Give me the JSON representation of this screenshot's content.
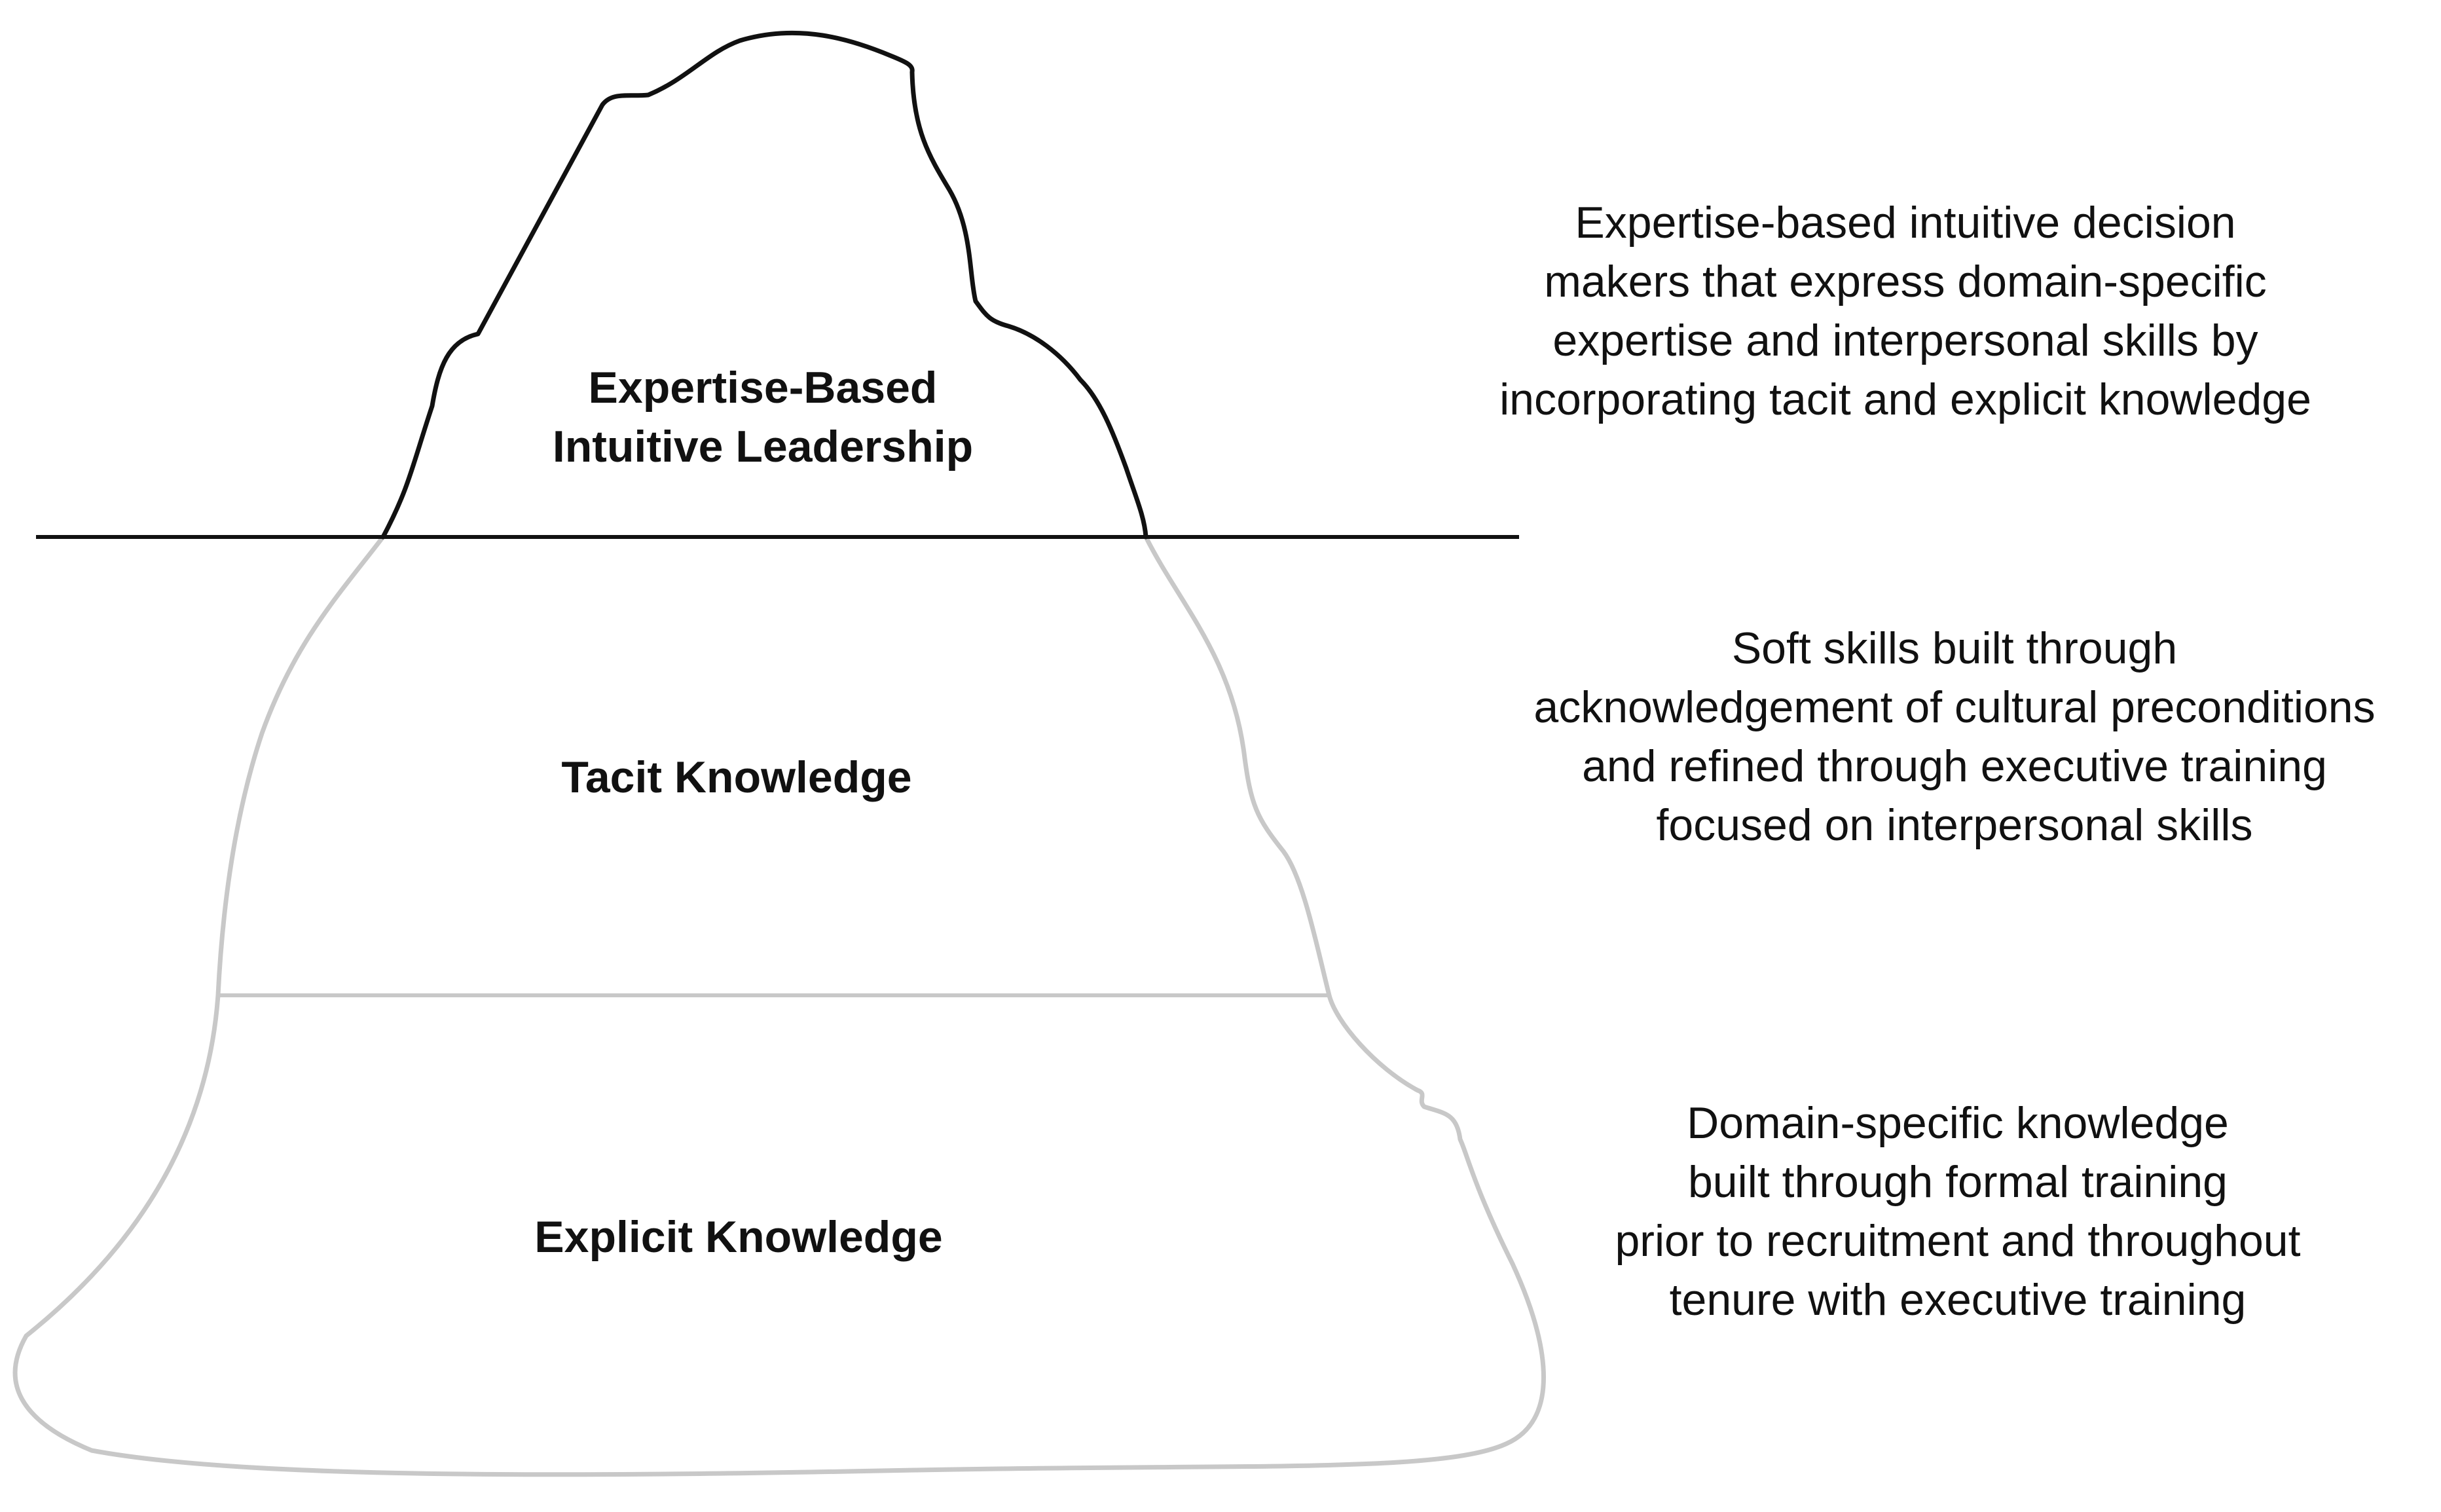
{
  "layers": {
    "top": {
      "label_lines": [
        "Expertise-Based",
        "Intuitive Leadership"
      ],
      "description_lines": [
        "Expertise-based intuitive decision",
        "makers that express domain-specific",
        "expertise and interpersonal skills by",
        "incorporating tacit and explicit knowledge"
      ]
    },
    "middle": {
      "label_lines": [
        "Tacit Knowledge"
      ],
      "description_lines": [
        "Soft skills built through",
        "acknowledgement of cultural preconditions",
        "and refined through executive training",
        "focused on interpersonal skills"
      ]
    },
    "bottom": {
      "label_lines": [
        "Explicit Knowledge"
      ],
      "description_lines": [
        "Domain-specific knowledge",
        "built through formal training",
        "prior to recruitment and throughout",
        "tenure with executive training"
      ]
    }
  },
  "colors": {
    "above_water_outline": "#111111",
    "below_water_outline": "#c8c8c8",
    "waterline": "#111111"
  }
}
